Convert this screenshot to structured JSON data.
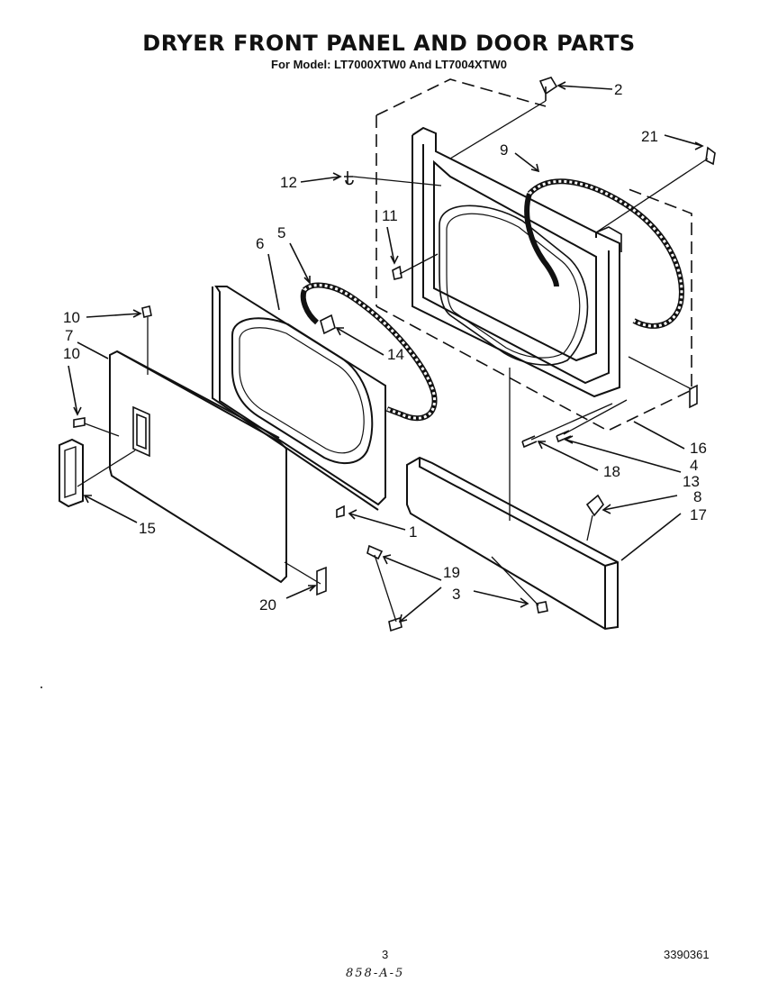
{
  "header": {
    "title": "DRYER FRONT PANEL AND DOOR PARTS",
    "subtitle": "For Model: LT7000XTW0 And LT7004XTW0"
  },
  "callouts": {
    "c1": "1",
    "c2": "2",
    "c3a": "3",
    "c4": "4",
    "c5": "5",
    "c6": "6",
    "c7": "7",
    "c8": "8",
    "c9": "9",
    "c10a": "10",
    "c10b": "10",
    "c11": "11",
    "c12": "12",
    "c13": "13",
    "c14": "14",
    "c15": "15",
    "c16": "16",
    "c17": "17",
    "c18": "18",
    "c19": "19",
    "c20": "20",
    "c21": "21"
  },
  "footer": {
    "page": "3",
    "code": "3390361",
    "handwritten": "858-A-5"
  }
}
